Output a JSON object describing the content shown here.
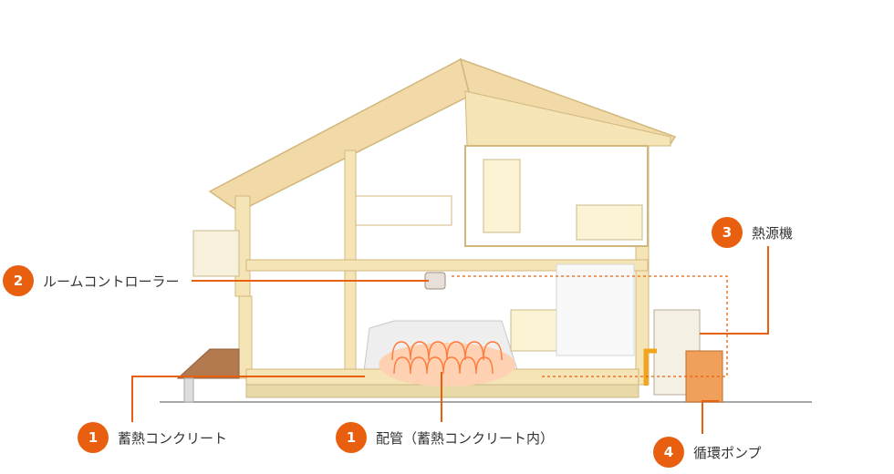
{
  "colors": {
    "accent": "#e8600f",
    "wall": "#f4e4b6",
    "wall_line": "#d2b77d",
    "roof": "#f1d9a8",
    "deck": "#b37a50",
    "heat_core": "#ff7a3a",
    "heat_glow": "#ffd1b3",
    "appliance": "#f5f0e4",
    "ground": "#8a8a8a"
  },
  "callouts": [
    {
      "number": "2",
      "label": "ルームコントローラー"
    },
    {
      "number": "3",
      "label": "熱源機"
    },
    {
      "number": "1",
      "label": "蓄熱コンクリート"
    },
    {
      "number": "1",
      "label": "配管（蓄熱コンクリート内）"
    },
    {
      "number": "4",
      "label": "循環ポンプ"
    }
  ]
}
